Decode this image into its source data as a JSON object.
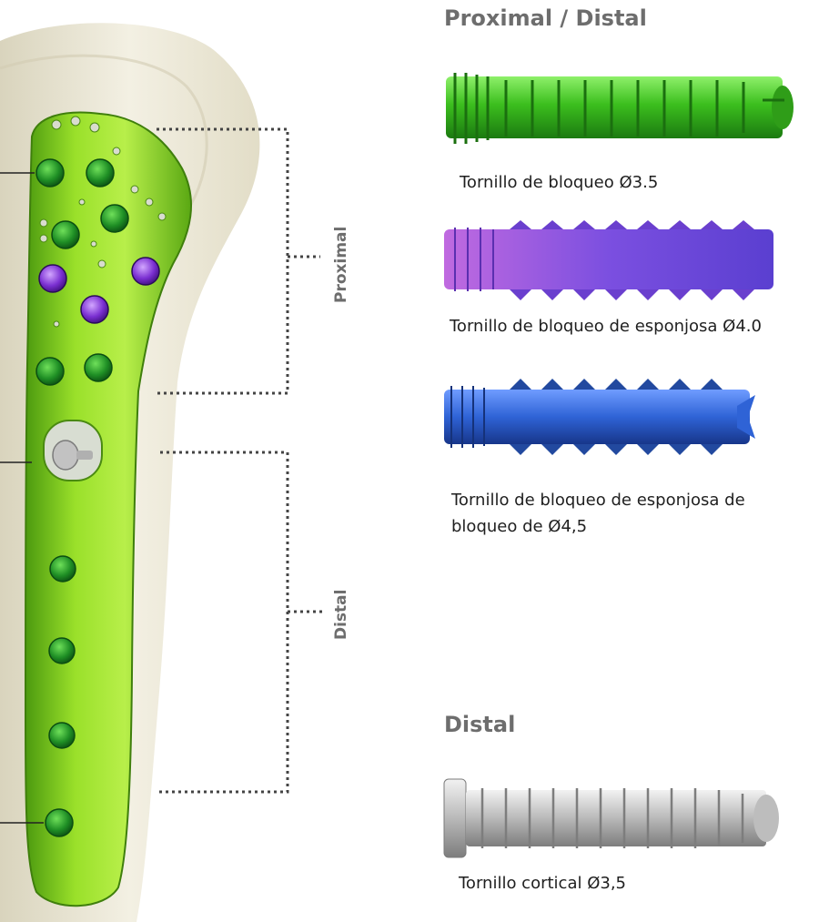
{
  "headings": {
    "proximal_distal": "Proximal / Distal",
    "distal": "Distal"
  },
  "region_labels": {
    "proximal": "Proximal",
    "distal": "Distal"
  },
  "screws": [
    {
      "caption": "Tornillo de bloqueo Ø3.5",
      "color": "#3cbf1e"
    },
    {
      "caption": "Tornillo de bloqueo de esponjosa Ø4.0",
      "color": "#8a4fd8"
    },
    {
      "caption_lines": [
        "Tornillo de bloqueo de esponjosa de",
        "bloqueo de Ø4,5"
      ],
      "color": "#2f63d6"
    },
    {
      "caption": "Tornillo cortical Ø3,5",
      "color": "#b9b9b9"
    }
  ],
  "colors": {
    "plate": "#7fd21c",
    "bone": "#ece8d6",
    "heading": "#6d6d6d"
  }
}
